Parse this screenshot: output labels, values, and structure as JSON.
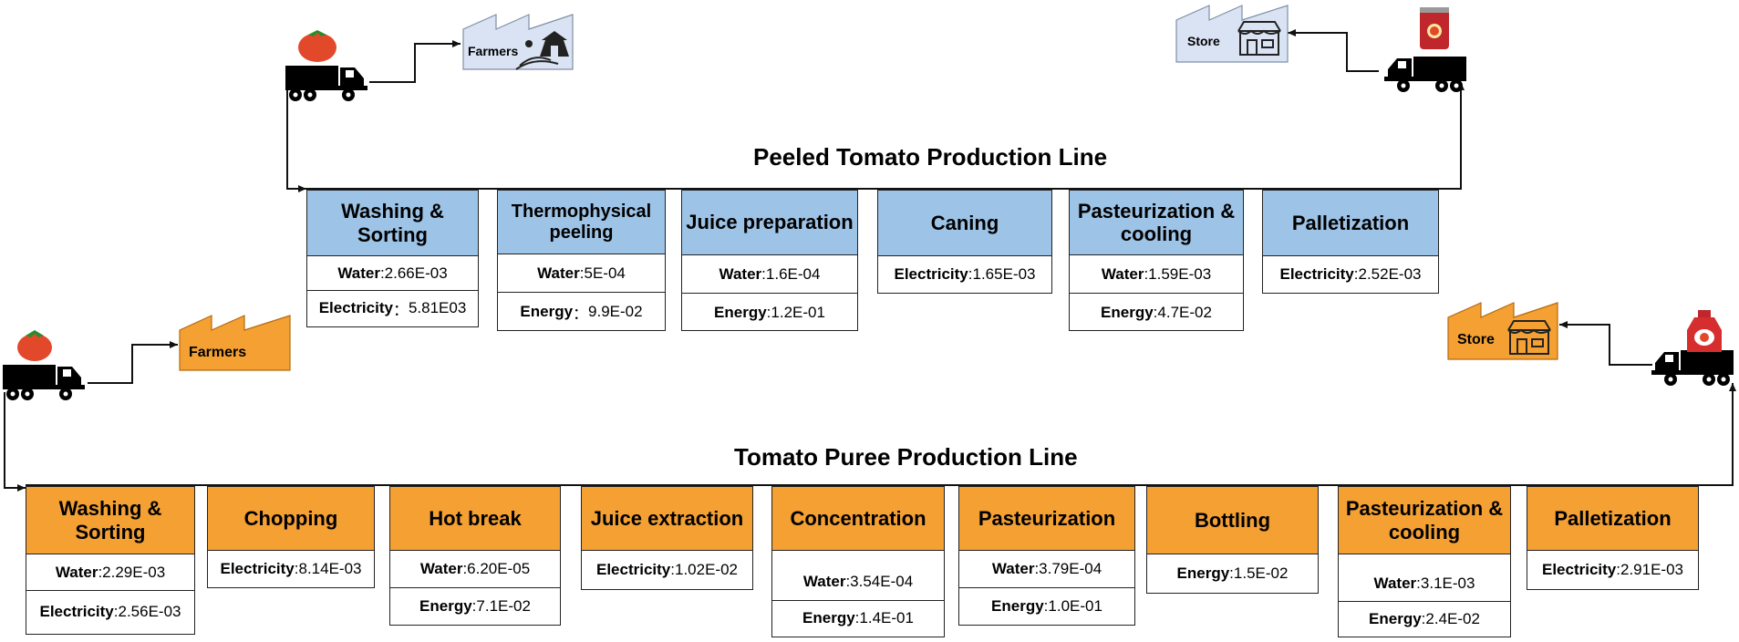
{
  "peeled_line": {
    "title": "Peeled Tomato Production Line",
    "source_label": "Farmers",
    "destination_label": "Store",
    "steps": [
      {
        "name": "Washing & Sorting",
        "lines": [
          {
            "key": "Water",
            "sep": ": ",
            "value": "2.66E-03"
          },
          {
            "key": "Electricity",
            "sep": "： ",
            "value": "5.81E03"
          }
        ]
      },
      {
        "name": "Thermophysical peeling",
        "lines": [
          {
            "key": "Water",
            "sep": ": ",
            "value": "5E-04"
          },
          {
            "key": "Energy",
            "sep": "： ",
            "value": "9.9E-02"
          }
        ]
      },
      {
        "name": "Juice preparation",
        "lines": [
          {
            "key": "Water",
            "sep": ": ",
            "value": "1.6E-04"
          },
          {
            "key": "Energy",
            "sep": ": ",
            "value": "1.2E-01"
          }
        ]
      },
      {
        "name": "Caning",
        "lines": [
          {
            "key": "Electricity",
            "sep": ": ",
            "value": "1.65E-03"
          }
        ]
      },
      {
        "name": "Pasteurization & cooling",
        "lines": [
          {
            "key": "Water",
            "sep": ": ",
            "value": "1.59E-03"
          },
          {
            "key": "Energy",
            "sep": ": ",
            "value": "4.7E-02"
          }
        ]
      },
      {
        "name": "Palletization",
        "lines": [
          {
            "key": "Electricity",
            "sep": ": ",
            "value": "2.52E-03"
          }
        ]
      }
    ]
  },
  "puree_line": {
    "title": "Tomato Puree Production Line",
    "source_label": "Farmers",
    "destination_label": "Store",
    "steps": [
      {
        "name": "Washing & Sorting",
        "lines": [
          {
            "key": "Water",
            "sep": ":",
            "value": "2.29E-03"
          },
          {
            "key": "Electricity",
            "sep": ": ",
            "value": "2.56E-03"
          }
        ]
      },
      {
        "name": "Chopping",
        "lines": [
          {
            "key": "Electricity",
            "sep": ": ",
            "value": "8.14E-03"
          }
        ]
      },
      {
        "name": "Hot break",
        "lines": [
          {
            "key": "Water",
            "sep": ": ",
            "value": "6.20E-05"
          },
          {
            "key": "Energy",
            "sep": ": ",
            "value": "7.1E-02"
          }
        ]
      },
      {
        "name": "Juice extraction",
        "lines": [
          {
            "key": "Electricity",
            "sep": ": ",
            "value": "1.02E-02"
          }
        ]
      },
      {
        "name": "Concentration",
        "lines": [
          {
            "key": "Water",
            "sep": ": ",
            "value": "3.54E-04"
          },
          {
            "key": "Energy",
            "sep": ": ",
            "value": "1.4E-01"
          }
        ]
      },
      {
        "name": "Pasteurization",
        "lines": [
          {
            "key": "Water",
            "sep": ": ",
            "value": "3.79E-04"
          },
          {
            "key": "Energy",
            "sep": ": ",
            "value": "1.0E-01"
          }
        ]
      },
      {
        "name": "Bottling",
        "lines": [
          {
            "key": "Energy",
            "sep": ": ",
            "value": "1.5E-02"
          }
        ]
      },
      {
        "name": "Pasteurization & cooling",
        "lines": [
          {
            "key": "Water",
            "sep": ": ",
            "value": "3.1E-03"
          },
          {
            "key": "Energy",
            "sep": ": ",
            "value": "2.4E-02"
          }
        ]
      },
      {
        "name": "Palletization",
        "lines": [
          {
            "key": "Electricity",
            "sep": ": ",
            "value": "2.91E-03"
          }
        ]
      }
    ]
  },
  "colors": {
    "peeled_header": "#9dc3e6",
    "puree_header": "#f4a033",
    "factory_blue": "#dae3f3",
    "factory_orange": "#f4a033",
    "tomato": "#e2492b"
  },
  "icons": [
    "truck-icon",
    "tomato-icon",
    "factory-icon",
    "farm-icon",
    "store-icon",
    "can-icon",
    "ketchup-bottle-icon"
  ]
}
